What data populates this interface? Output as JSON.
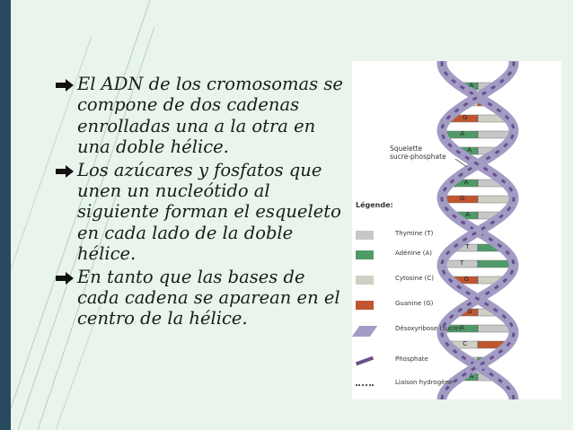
{
  "slide": {
    "bullets": [
      "El ADN de los cromosomas se compone de dos cadenas enrolladas una a la otra en una doble hélice.",
      "Los azúcares y fosfatos que unen un nucleótido al siguiente forman el esqueleto en cada lado de la doble hélice.",
      "En tanto que las bases de cada cadena se aparean en el centro de la hélice."
    ]
  },
  "figure": {
    "skeleton_label_1": "Squelette",
    "skeleton_label_2": "sucre-phosphate",
    "legend_title": "Légende:",
    "legend": [
      {
        "label": "Thymine (T)",
        "color": "#c7c7c7"
      },
      {
        "label": "Adénine (A)",
        "color": "#4f9a67"
      },
      {
        "label": "Cytosine (C)",
        "color": "#d0cfc4"
      },
      {
        "label": "Guanine (G)",
        "color": "#c0562f"
      },
      {
        "label": "Désoxyribose (sucre)",
        "color": "#a29cc4"
      },
      {
        "label": "Phosphate",
        "color": "#6b4f8c"
      },
      {
        "label": "Liaison hydrogène",
        "color": "#555555"
      }
    ],
    "bases": [
      "A",
      "C",
      "G",
      "A",
      "A",
      "C",
      "A",
      "G",
      "A",
      "G",
      "T",
      "T",
      "G",
      "C",
      "G",
      "A",
      "C",
      "T",
      "A"
    ]
  },
  "colors": {
    "background": "#e8f4ec",
    "left_bar": "#2a4a60",
    "bullet_text": "#1b1b1b"
  }
}
